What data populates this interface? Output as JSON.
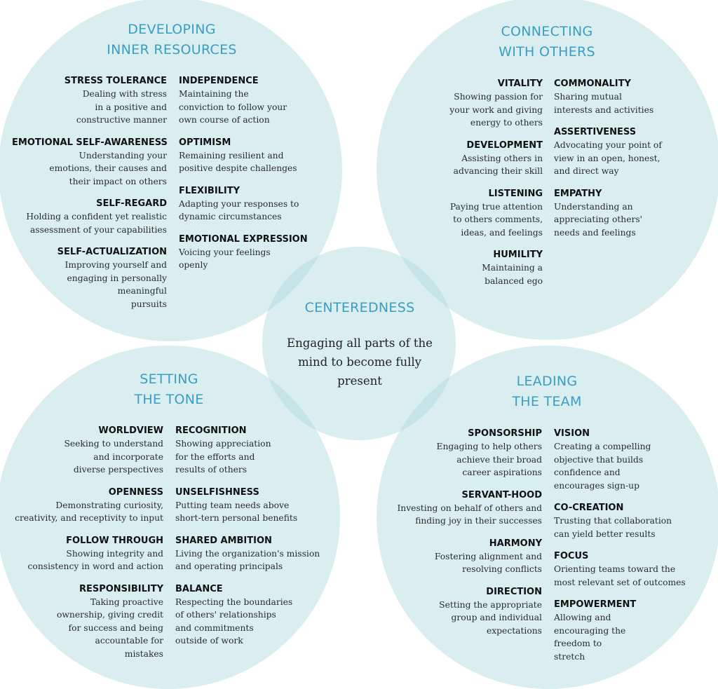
{
  "colors": {
    "circle_fill": "#daeef0",
    "overlap_fill": "#c6e4e8",
    "title_blue": "#3a9ec4"
  },
  "center": {
    "title": "CENTEREDNESS",
    "text": "Engaging all parts of the mind to become fully present"
  },
  "quadrants": [
    {
      "title_lines": [
        "DEVELOPING",
        "INNER RESOURCES"
      ],
      "left": [
        {
          "title": "STRESS TOLERANCE",
          "desc": [
            "Dealing with stress",
            "in a positive and",
            "constructive manner"
          ]
        },
        {
          "title": "EMOTIONAL SELF-AWARENESS",
          "desc": [
            "Understanding your",
            "emotions, their causes and",
            "their impact on others"
          ]
        },
        {
          "title": "SELF-REGARD",
          "desc": [
            "Holding a confident yet realistic",
            "assessment of your capabilities"
          ]
        },
        {
          "title": "SELF-ACTUALIZATION",
          "desc": [
            "Improving yourself and",
            "engaging in personally",
            "meaningful",
            "pursuits"
          ]
        }
      ],
      "right": [
        {
          "title": "INDEPENDENCE",
          "desc": [
            "Maintaining the",
            "conviction to follow your",
            "own course of action"
          ]
        },
        {
          "title": "OPTIMISM",
          "desc": [
            "Remaining resilient and",
            "positive despite challenges"
          ]
        },
        {
          "title": "FLEXIBILITY",
          "desc": [
            "Adapting your responses to",
            "dynamic circumstances"
          ]
        },
        {
          "title": "EMOTIONAL EXPRESSION",
          "desc": [
            "Voicing your feelings",
            "openly"
          ]
        }
      ]
    },
    {
      "title_lines": [
        "CONNECTING",
        "WITH OTHERS"
      ],
      "left": [
        {
          "title": "VITALITY",
          "desc": [
            "Showing passion for",
            "your work and giving",
            "energy to others"
          ]
        },
        {
          "title": "DEVELOPMENT",
          "desc": [
            "Assisting others in",
            "advancing their skill"
          ]
        },
        {
          "title": "LISTENING",
          "desc": [
            "Paying true attention",
            "to others comments,",
            "ideas, and feelings"
          ]
        },
        {
          "title": "HUMILITY",
          "desc": [
            "Maintaining a",
            "balanced ego"
          ]
        }
      ],
      "right": [
        {
          "title": "COMMONALITY",
          "desc": [
            "Sharing mutual",
            "interests and activities"
          ]
        },
        {
          "title": "ASSERTIVENESS",
          "desc": [
            "Advocating your point of",
            "view in an open, honest,",
            "and direct way"
          ]
        },
        {
          "title": "EMPATHY",
          "desc": [
            "Understanding an",
            "appreciating others'",
            "needs and feelings"
          ]
        }
      ]
    },
    {
      "title_lines": [
        "SETTING",
        "THE TONE"
      ],
      "left": [
        {
          "title": "WORLDVIEW",
          "desc": [
            "Seeking to understand",
            "and incorporate",
            "diverse perspectives"
          ]
        },
        {
          "title": "OPENNESS",
          "desc": [
            "Demonstrating curiosity,",
            "creativity, and receptivity to input"
          ]
        },
        {
          "title": "FOLLOW THROUGH",
          "desc": [
            "Showing integrity and",
            "consistency in word and action"
          ]
        },
        {
          "title": "RESPONSIBILITY",
          "desc": [
            "Taking proactive",
            "ownership, giving credit",
            "for success and being",
            "accountable for",
            "mistakes"
          ]
        }
      ],
      "right": [
        {
          "title": "RECOGNITION",
          "desc": [
            "Showing appreciation",
            "for the efforts and",
            "results of others"
          ]
        },
        {
          "title": "UNSELFISHNESS",
          "desc": [
            "Putting team needs above",
            "short-tern personal benefits"
          ]
        },
        {
          "title": "SHARED AMBITION",
          "desc": [
            "Living the organization's mission",
            "and operating principals"
          ]
        },
        {
          "title": "BALANCE",
          "desc": [
            "Respecting the boundaries",
            "of others' relationships",
            "and commitments",
            "outside of work"
          ]
        }
      ]
    },
    {
      "title_lines": [
        "LEADING",
        "THE TEAM"
      ],
      "left": [
        {
          "title": "SPONSORSHIP",
          "desc": [
            "Engaging to help others",
            "achieve their broad",
            "career aspirations"
          ]
        },
        {
          "title": "SERVANT-HOOD",
          "desc": [
            "Investing on behalf of others and",
            "finding joy in their successes"
          ]
        },
        {
          "title": "HARMONY",
          "desc": [
            "Fostering alignment and",
            "resolving conflicts"
          ]
        },
        {
          "title": "DIRECTION",
          "desc": [
            "Setting the appropriate",
            "group and individual",
            "expectations"
          ]
        }
      ],
      "right": [
        {
          "title": "VISION",
          "desc": [
            "Creating a compelling",
            "objective that builds",
            "confidence and",
            "encourages sign-up"
          ]
        },
        {
          "title": "CO-CREATION",
          "desc": [
            "Trusting that collaboration",
            "can yield better results"
          ]
        },
        {
          "title": "FOCUS",
          "desc": [
            "Orienting teams toward the",
            "most relevant set of outcomes"
          ]
        },
        {
          "title": "EMPOWERMENT",
          "desc": [
            "Allowing and",
            "encouraging the",
            "freedom to",
            "stretch"
          ]
        }
      ]
    }
  ]
}
